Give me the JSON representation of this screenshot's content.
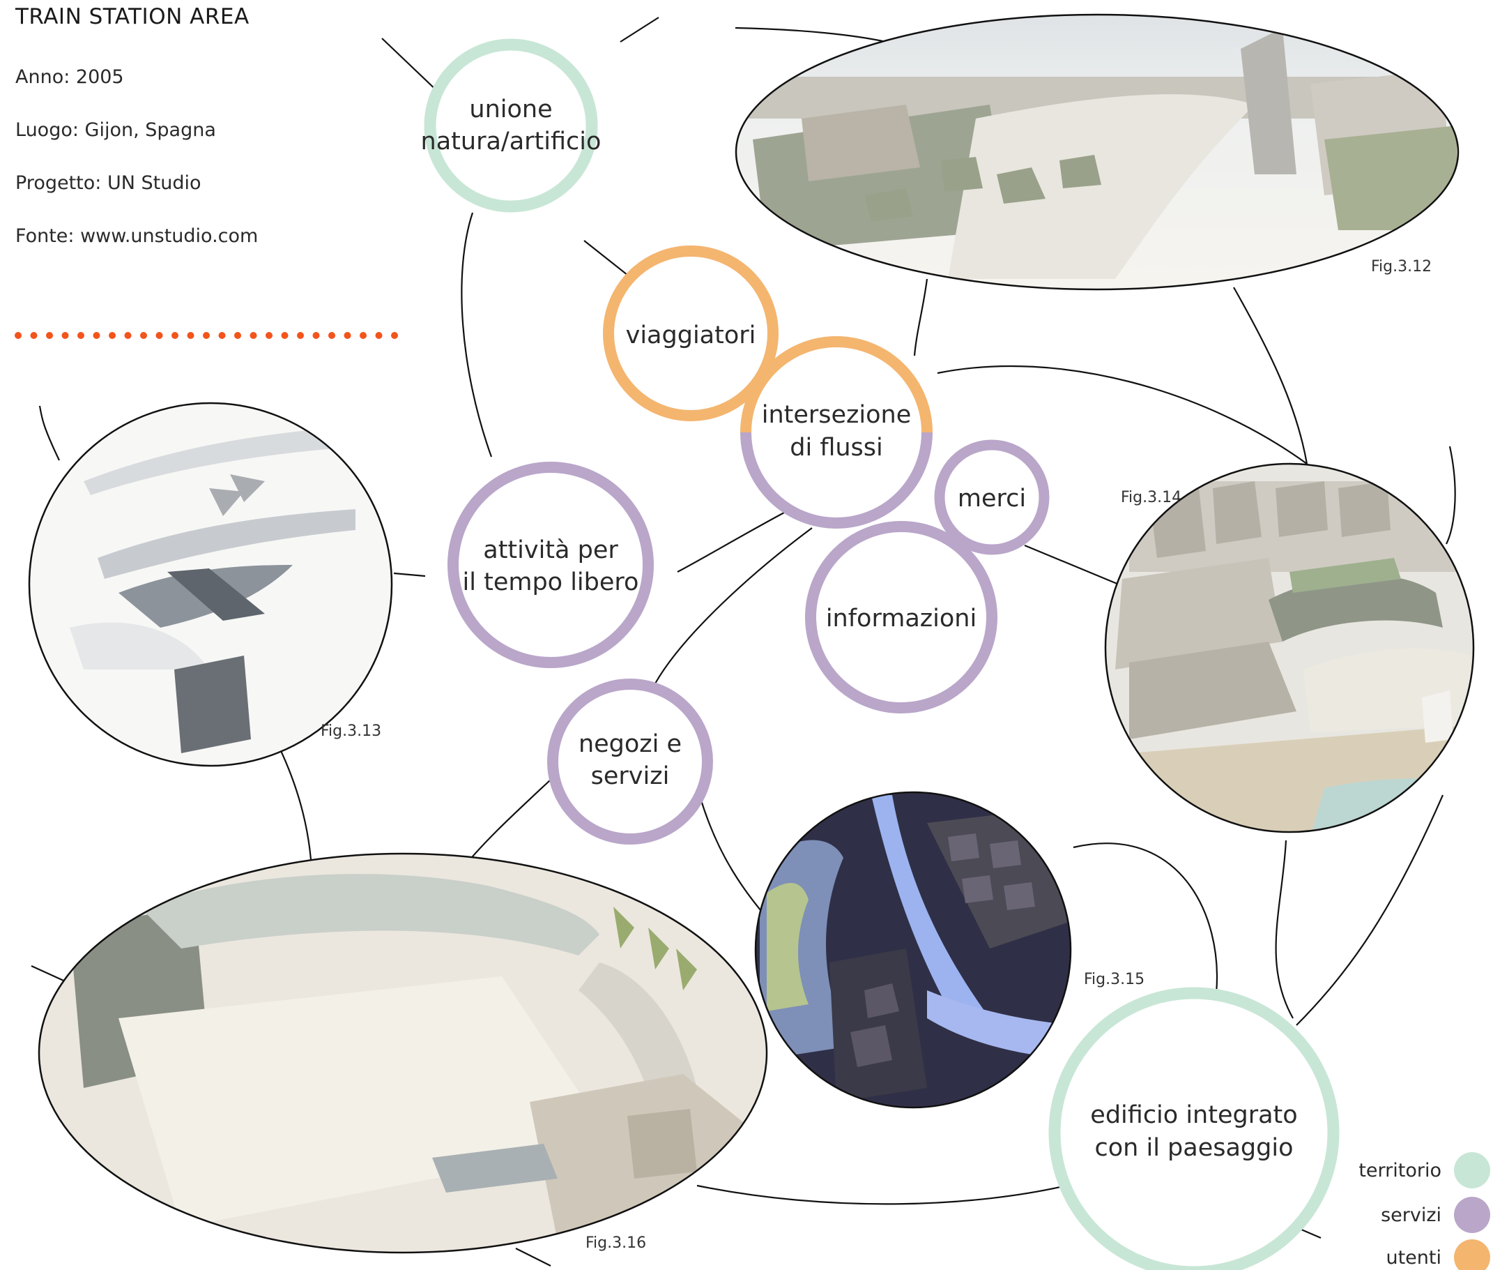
{
  "header": {
    "title": "TRAIN STATION AREA",
    "year": "Anno: 2005",
    "place": "Luogo: Gijon, Spagna",
    "project": "Progetto: UN Studio",
    "source": "Fonte: www.unstudio.com"
  },
  "colors": {
    "territorio": "#c8e6d6",
    "servizi": "#b9a6c9",
    "utenti": "#f4b56f",
    "divider": "#f2541b",
    "line": "#111111"
  },
  "concepts": {
    "unione": [
      "unione",
      "natura/artificio"
    ],
    "viaggiatori": [
      "viaggiatori"
    ],
    "intersezione": [
      "intersezione",
      "di flussi"
    ],
    "attivita": [
      "attività per",
      "il tempo libero"
    ],
    "merci": [
      "merci"
    ],
    "informazioni": [
      "informazioni"
    ],
    "negozi": [
      "negozi e",
      "servizi"
    ],
    "edificio": [
      "edificio integrato",
      "con il paesaggio"
    ]
  },
  "figures": {
    "f312": "Fig.3.12",
    "f313": "Fig.3.13",
    "f314": "Fig.3.14",
    "f315": "Fig.3.15",
    "f316": "Fig.3.16"
  },
  "legend": {
    "territorio": "territorio",
    "servizi": "servizi",
    "utenti": "utenti"
  }
}
